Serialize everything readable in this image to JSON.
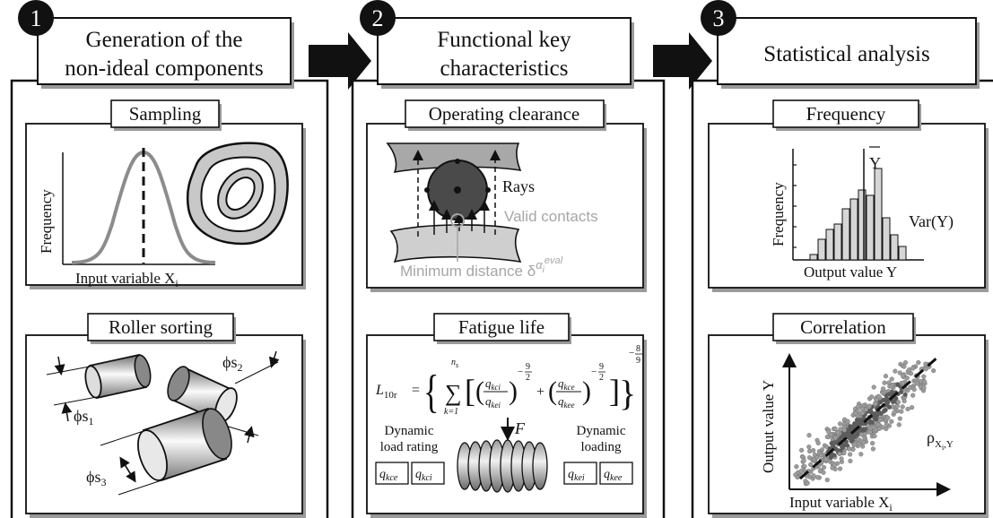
{
  "steps": [
    {
      "number": "1",
      "title_line1": "Generation of the",
      "title_line2": "non-ideal components",
      "sections": [
        {
          "label": "Sampling",
          "y_axis": "Frequency",
          "x_axis": "Input variable X",
          "x_sub": "i"
        },
        {
          "label": "Roller sorting",
          "dim1": "ϕs",
          "dim1_sub": "1",
          "dim2": "ϕs",
          "dim2_sub": "2",
          "dim3": "ϕs",
          "dim3_sub": "3"
        }
      ]
    },
    {
      "number": "2",
      "title_line1": "Functional key",
      "title_line2": "characteristics",
      "sections": [
        {
          "label": "Operating clearance",
          "rays": "Rays",
          "valid_contacts": "Valid contacts",
          "min_distance": "Minimum distance δ",
          "min_distance_sup": "α",
          "min_distance_sup_sub": "i",
          "min_distance_sup_eval": "eval"
        },
        {
          "label": "Fatigue life",
          "formula_lhs": "L",
          "formula_lhs_sub": "10r",
          "formula_sum_upper": "n",
          "formula_sum_upper_sub": "s",
          "formula_sum_lower": "k=1",
          "formula_term1_num": "q",
          "formula_term1_num_sub": "kci",
          "formula_term1_den": "q",
          "formula_term1_den_sub": "kei",
          "formula_term2_num": "q",
          "formula_term2_num_sub": "kce",
          "formula_term2_den": "q",
          "formula_term2_den_sub": "kee",
          "formula_inner_exp": "−",
          "formula_inner_exp_num": "9",
          "formula_inner_exp_den": "2",
          "formula_outer_exp_num": "8",
          "formula_outer_exp_den": "9",
          "force": "F",
          "left_label_line1": "Dynamic",
          "left_label_line2": "load rating",
          "right_label_line1": "Dynamic",
          "right_label_line2": "loading",
          "box1": "q",
          "box1_sub": "kce",
          "box2": "q",
          "box2_sub": "kci",
          "box3": "q",
          "box3_sub": "kei",
          "box4": "q",
          "box4_sub": "kee"
        }
      ]
    },
    {
      "number": "3",
      "title_line1": "Statistical analysis",
      "title_line2": "",
      "sections": [
        {
          "label": "Frequency",
          "y_axis": "Frequency",
          "x_axis": "Output value Y",
          "mean": "Y",
          "variance": "Var(Y)"
        },
        {
          "label": "Correlation",
          "y_axis": "Output value Y",
          "x_axis": "Input variable X",
          "x_sub": "i",
          "rho": "ρ",
          "rho_sub": "X",
          "rho_sub_sub": "i",
          "rho_sub_tail": ",Y"
        }
      ]
    }
  ],
  "colors": {
    "stroke": "#111111",
    "shadow": "#9a9a9a",
    "gray_curve": "#8c8c8c",
    "light_gray": "#d6d6d6",
    "mid_gray": "#a8a8a8",
    "dark_gray": "#4a4a4a",
    "valid_contacts": "#a6a6a6"
  }
}
